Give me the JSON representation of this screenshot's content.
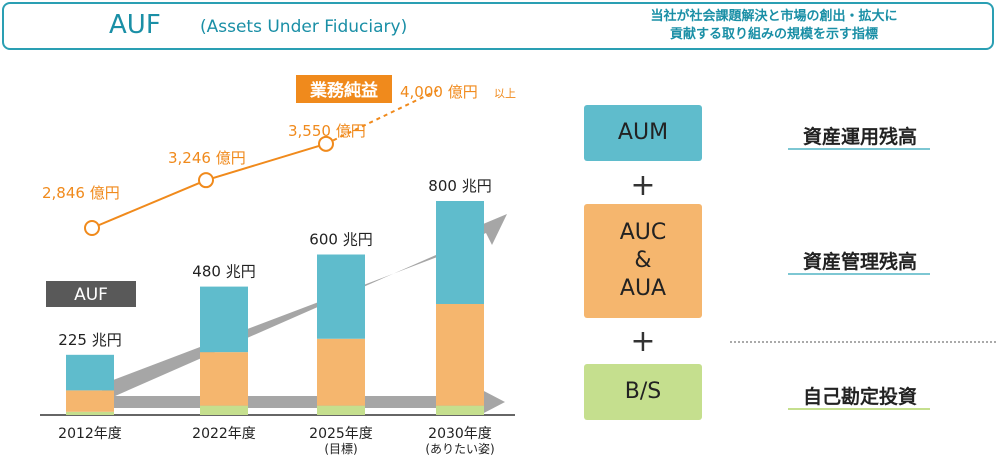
{
  "header": {
    "title": "AUF",
    "subtitle": "(Assets Under Fiduciary)",
    "description_line1": "当社が社会課題解決と市場の創出・拡大に",
    "description_line2": "貢献する取り組みの規模を示す指標"
  },
  "chart_data": {
    "type": "bar",
    "categories": [
      "2012年度",
      "2022年度",
      "2025年度",
      "2030年度"
    ],
    "category_sublabels": [
      "",
      "",
      "(目標)",
      "(ありたい姿)"
    ],
    "series": [
      {
        "name": "",
        "color": "#c5df8e",
        "values": [
          12,
          35,
          35,
          35
        ]
      },
      {
        "name": "",
        "color": "#f5b66e",
        "values": [
          80,
          200,
          250,
          380
        ]
      },
      {
        "name": "",
        "color": "#5fbccc",
        "values": [
          133,
          245,
          315,
          385
        ]
      }
    ],
    "totals": [
      225,
      480,
      600,
      800
    ],
    "total_labels": [
      "225 兆円",
      "480 兆円",
      "600 兆円",
      "800 兆円"
    ],
    "line": {
      "name": "業務純益",
      "color": "#f08a1c",
      "x": [
        "2012年度",
        "2022年度",
        "2025年度",
        "2030年度"
      ],
      "values": [
        2846,
        3246,
        3550,
        4000
      ],
      "labels": [
        "2,846 億円",
        "3,246 億円",
        "3,550 億円",
        "4,000 億円"
      ],
      "last_label_suffix": "以上"
    },
    "bar_tag": "AUF",
    "ylim": [
      0,
      850
    ]
  },
  "legend": {
    "aum": "AUM",
    "auc_aua_1": "AUC",
    "auc_aua_2": "&",
    "auc_aua_3": "AUA",
    "bs": "B/S",
    "plus": "+",
    "cat1": "資産運用残高",
    "cat2": "資産管理残高",
    "cat3": "自己勘定投資"
  },
  "colors": {
    "teal": "#5fbccc",
    "orange": "#f5b66e",
    "green": "#c5df8e",
    "line_orange": "#f08a1c",
    "header_teal": "#1a8fa6"
  }
}
